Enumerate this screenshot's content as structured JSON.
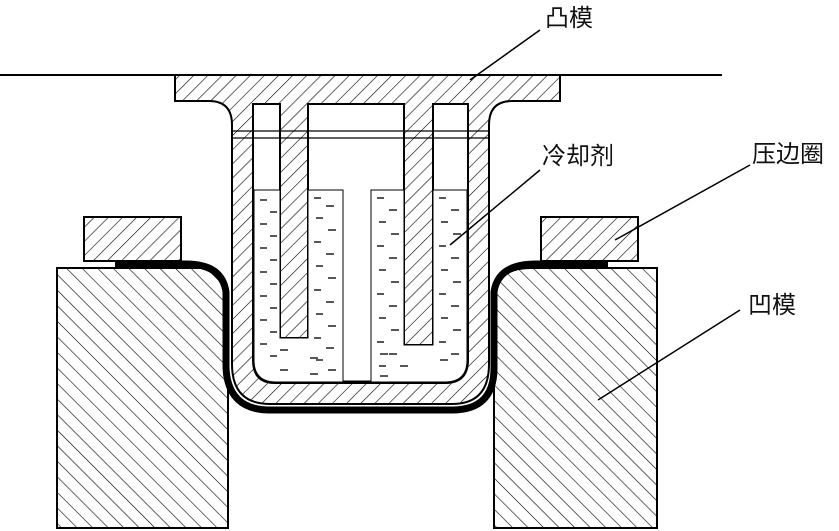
{
  "labels": {
    "punch": "凸模",
    "coolant": "冷却剂",
    "blank_holder": "压边圈",
    "die": "凹模"
  },
  "colors": {
    "stroke": "#000000",
    "background": "#ffffff",
    "coolant_dash": "#111111"
  }
}
